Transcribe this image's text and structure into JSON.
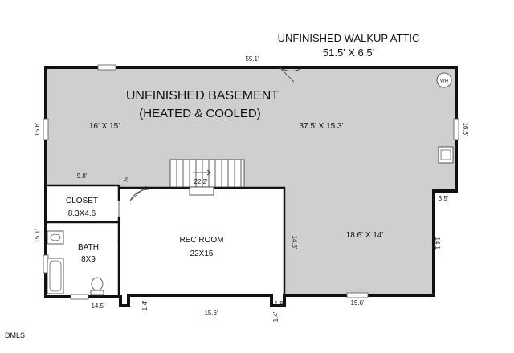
{
  "attic": {
    "title": "UNFINISHED WALKUP ATTIC",
    "size": "51.5' X 6.5'"
  },
  "basement": {
    "title": "UNFINISHED BASEMENT",
    "subtitle": "(HEATED & COOLED)",
    "left_area": "16' X 15'",
    "right_area": "37.5' X 15.3'",
    "lower_right_area": "18.6' X 14'"
  },
  "rooms": {
    "closet_label": "CLOSET",
    "closet_size": "8.3X4.6",
    "bath_label": "BATH",
    "bath_size": "8X9",
    "rec_label": "REC ROOM",
    "rec_size": "22X15"
  },
  "fixtures": {
    "water_heater": "WH"
  },
  "dimensions": {
    "top": "55.1'",
    "left_upper": "15.6'",
    "right_upper": "16.6'",
    "stair_left": "9.8'",
    "stair_small": "5'",
    "stair_width": "22.2'",
    "step_right": "3.5'",
    "left_lower": "15.1'",
    "rec_right": "14.5'",
    "right_lower": "14.1'",
    "bottom_left": "14.5'",
    "jog_left": "1.4'",
    "bottom_center": "15.6'",
    "jog_right_h": "1.9'",
    "jog_right_v": "1.4'",
    "bottom_right": "19.6'"
  },
  "watermark": "DMLS",
  "colors": {
    "floor_fill": "#cfcfcf",
    "wall": "#111111"
  }
}
